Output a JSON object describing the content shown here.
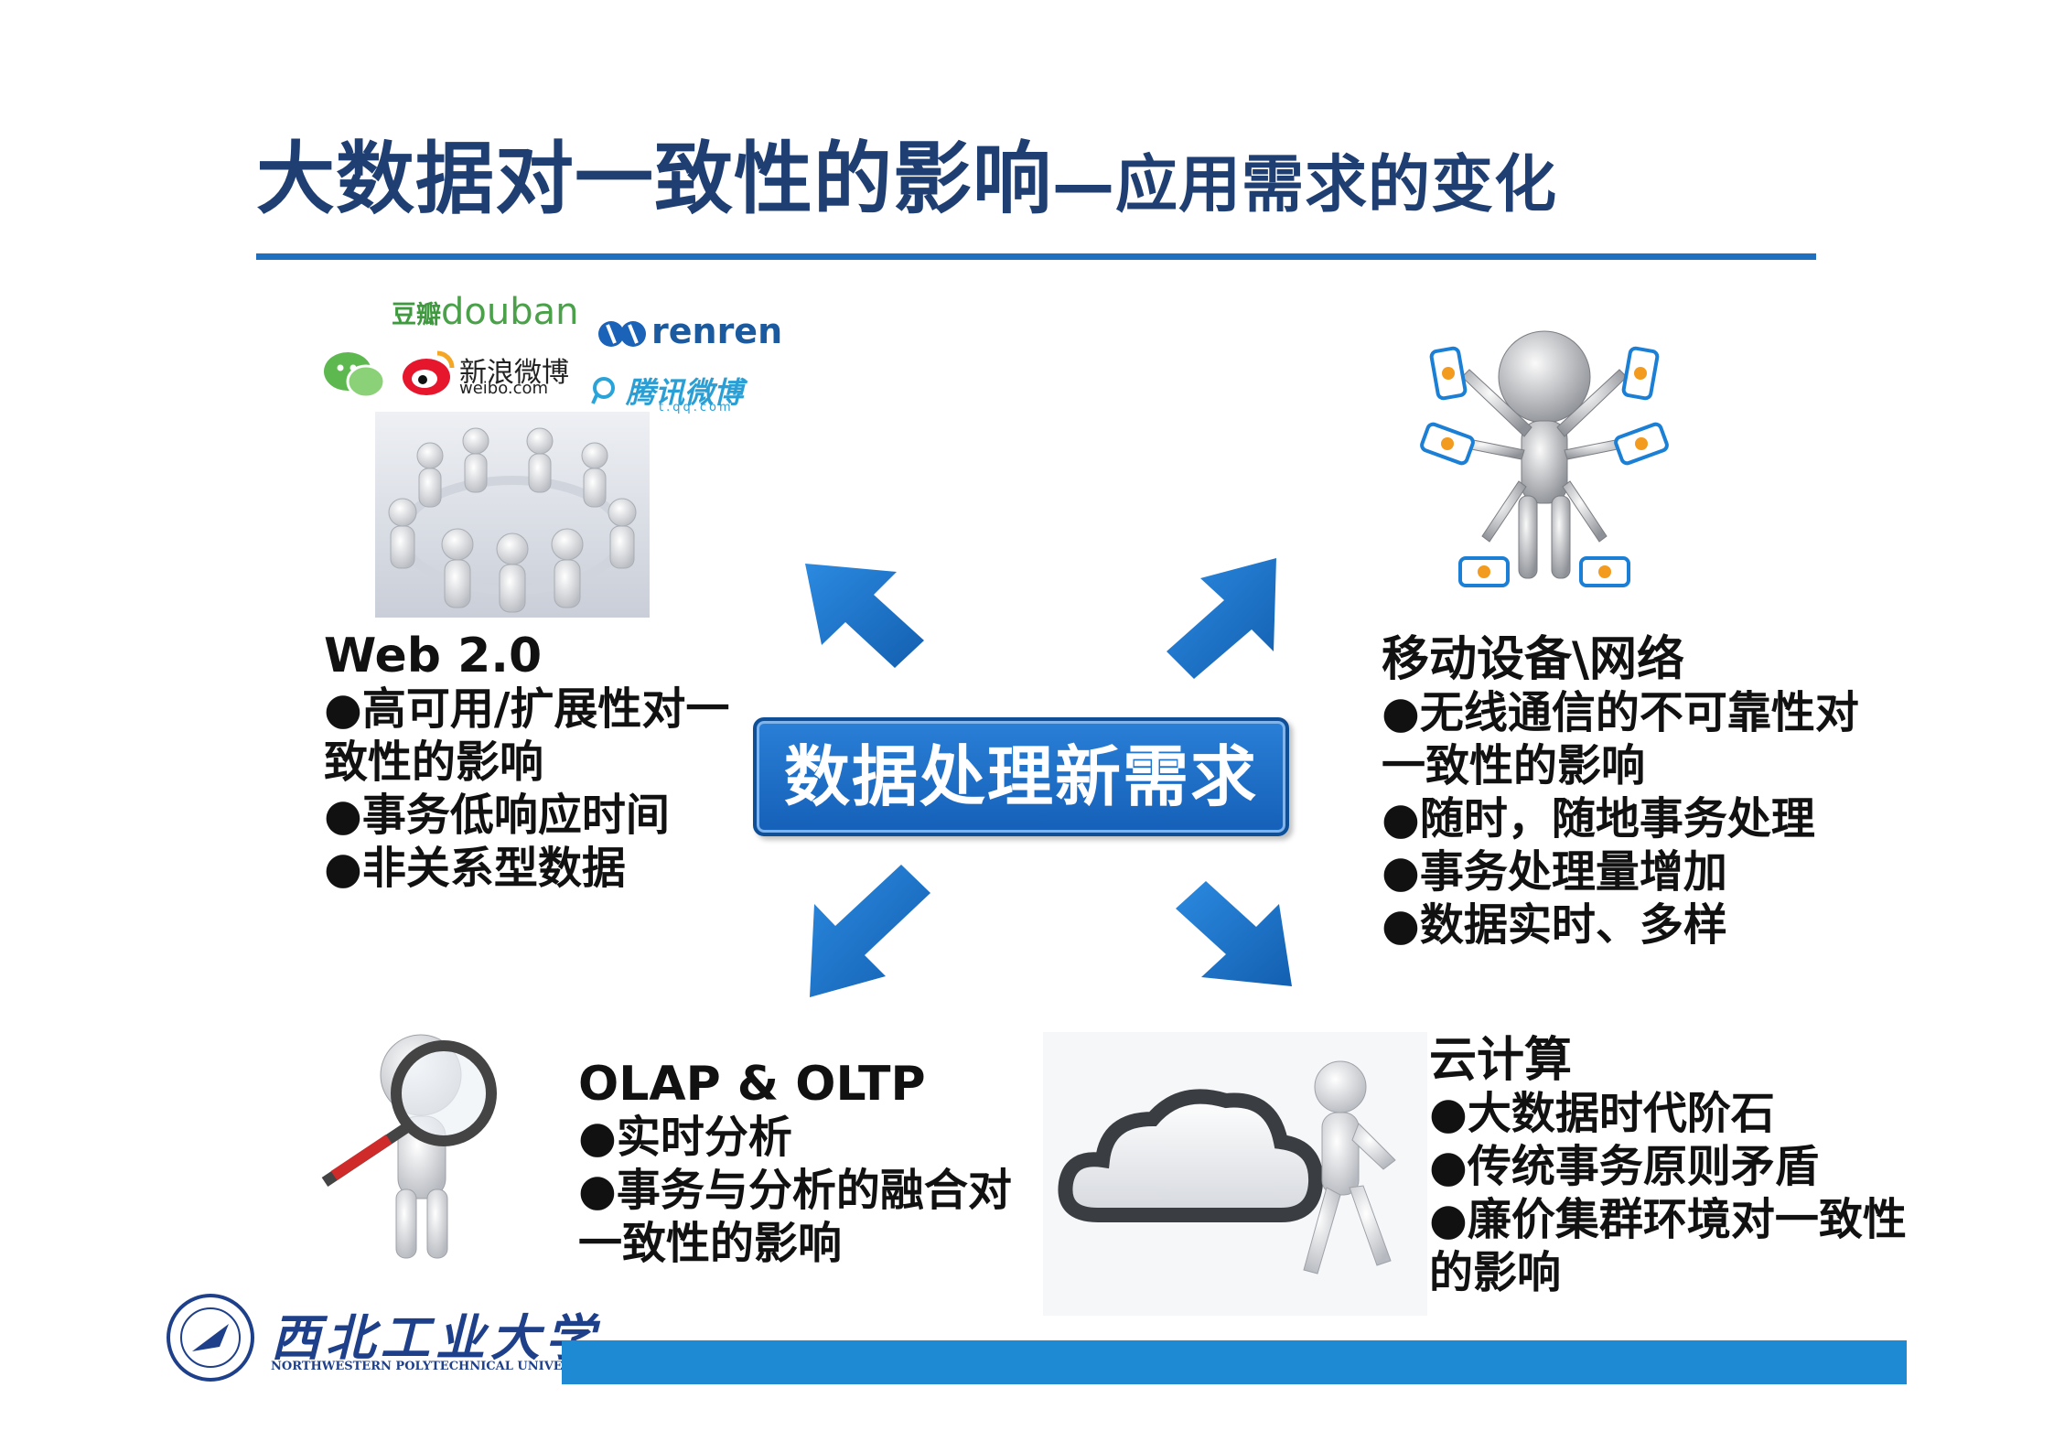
{
  "title": {
    "main": "大数据对一致性的影响",
    "sub": "—应用需求的变化"
  },
  "center": "数据处理新需求",
  "web20": {
    "head": "Web 2.0",
    "lines": [
      "●高可用/扩展性对一",
      "致性的影响",
      "●事务低响应时间",
      "●非关系型数据"
    ]
  },
  "mobile": {
    "head": "移动设备\\网络",
    "lines": [
      "●无线通信的不可靠性对",
      "一致性的影响",
      "●随时，随地事务处理",
      "●事务处理量增加",
      "●数据实时、多样"
    ]
  },
  "olap": {
    "head": "OLAP & OLTP",
    "lines": [
      "●实时分析",
      "●事务与分析的融合对",
      "一致性的影响"
    ]
  },
  "cloud": {
    "head": "云计算",
    "lines": [
      "●大数据时代阶石",
      "●传统事务原则矛盾",
      "●廉价集群环境对一致性",
      "的影响"
    ]
  },
  "logos": {
    "douban_cn": "豆瓣",
    "douban_en": "douban",
    "renren": "renren",
    "weibo_cn": "新浪微博",
    "weibo_en": "weibo.com",
    "tencent_cn": "腾讯微博",
    "tencent_en": "t.qq.com"
  },
  "university": {
    "name_cn": "西北工业大学",
    "name_en": "NORTHWESTERN POLYTECHNICAL UNIVERSITY"
  },
  "colors": {
    "title": "#1f3f73",
    "accent": "#1e6fc0",
    "arrow": "#1a73c9",
    "bar": "#1e8ad4"
  }
}
